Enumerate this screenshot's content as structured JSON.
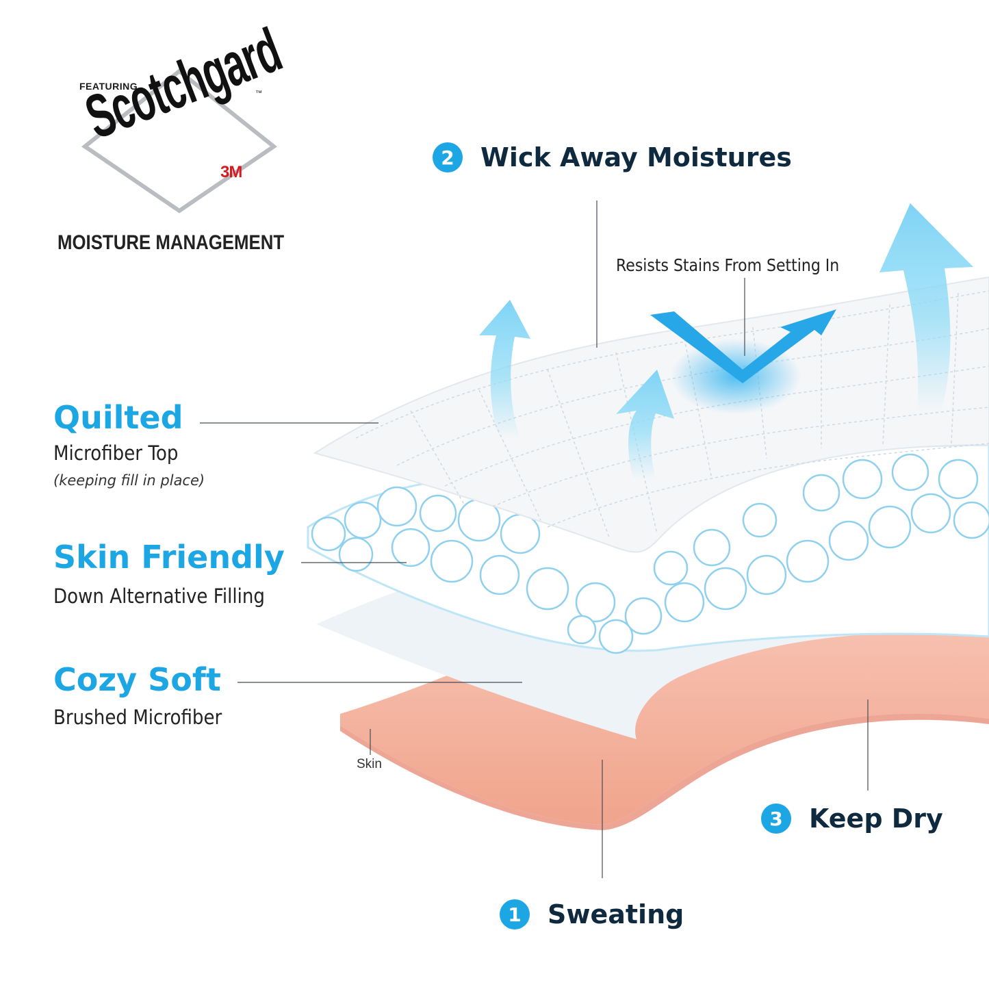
{
  "logo": {
    "featuring": "FEATURING",
    "brand": "Scotchgard",
    "trademark": "™",
    "maker": "3M",
    "tagline": "MOISTURE MANAGEMENT"
  },
  "steps": [
    {
      "number": "2",
      "label": "Wick Away Moistures"
    },
    {
      "number": "3",
      "label": "Keep Dry"
    },
    {
      "number": "1",
      "label": "Sweating"
    }
  ],
  "callouts": {
    "resists": "Resists Stains From Setting In",
    "skin": "Skin"
  },
  "layers": [
    {
      "title": "Quilted",
      "subtitle": "Microfiber Top",
      "note": "(keeping fill in place)"
    },
    {
      "title": "Skin Friendly",
      "subtitle": "Down Alternative Filling"
    },
    {
      "title": "Cozy Soft",
      "subtitle": "Brushed Microfiber"
    }
  ],
  "colors": {
    "accent": "#1ca6e4",
    "heading": "#0f2a3e",
    "skin": "#f6b8a6",
    "arrow": "#7fd3f5",
    "logo_red": "#d71920"
  }
}
